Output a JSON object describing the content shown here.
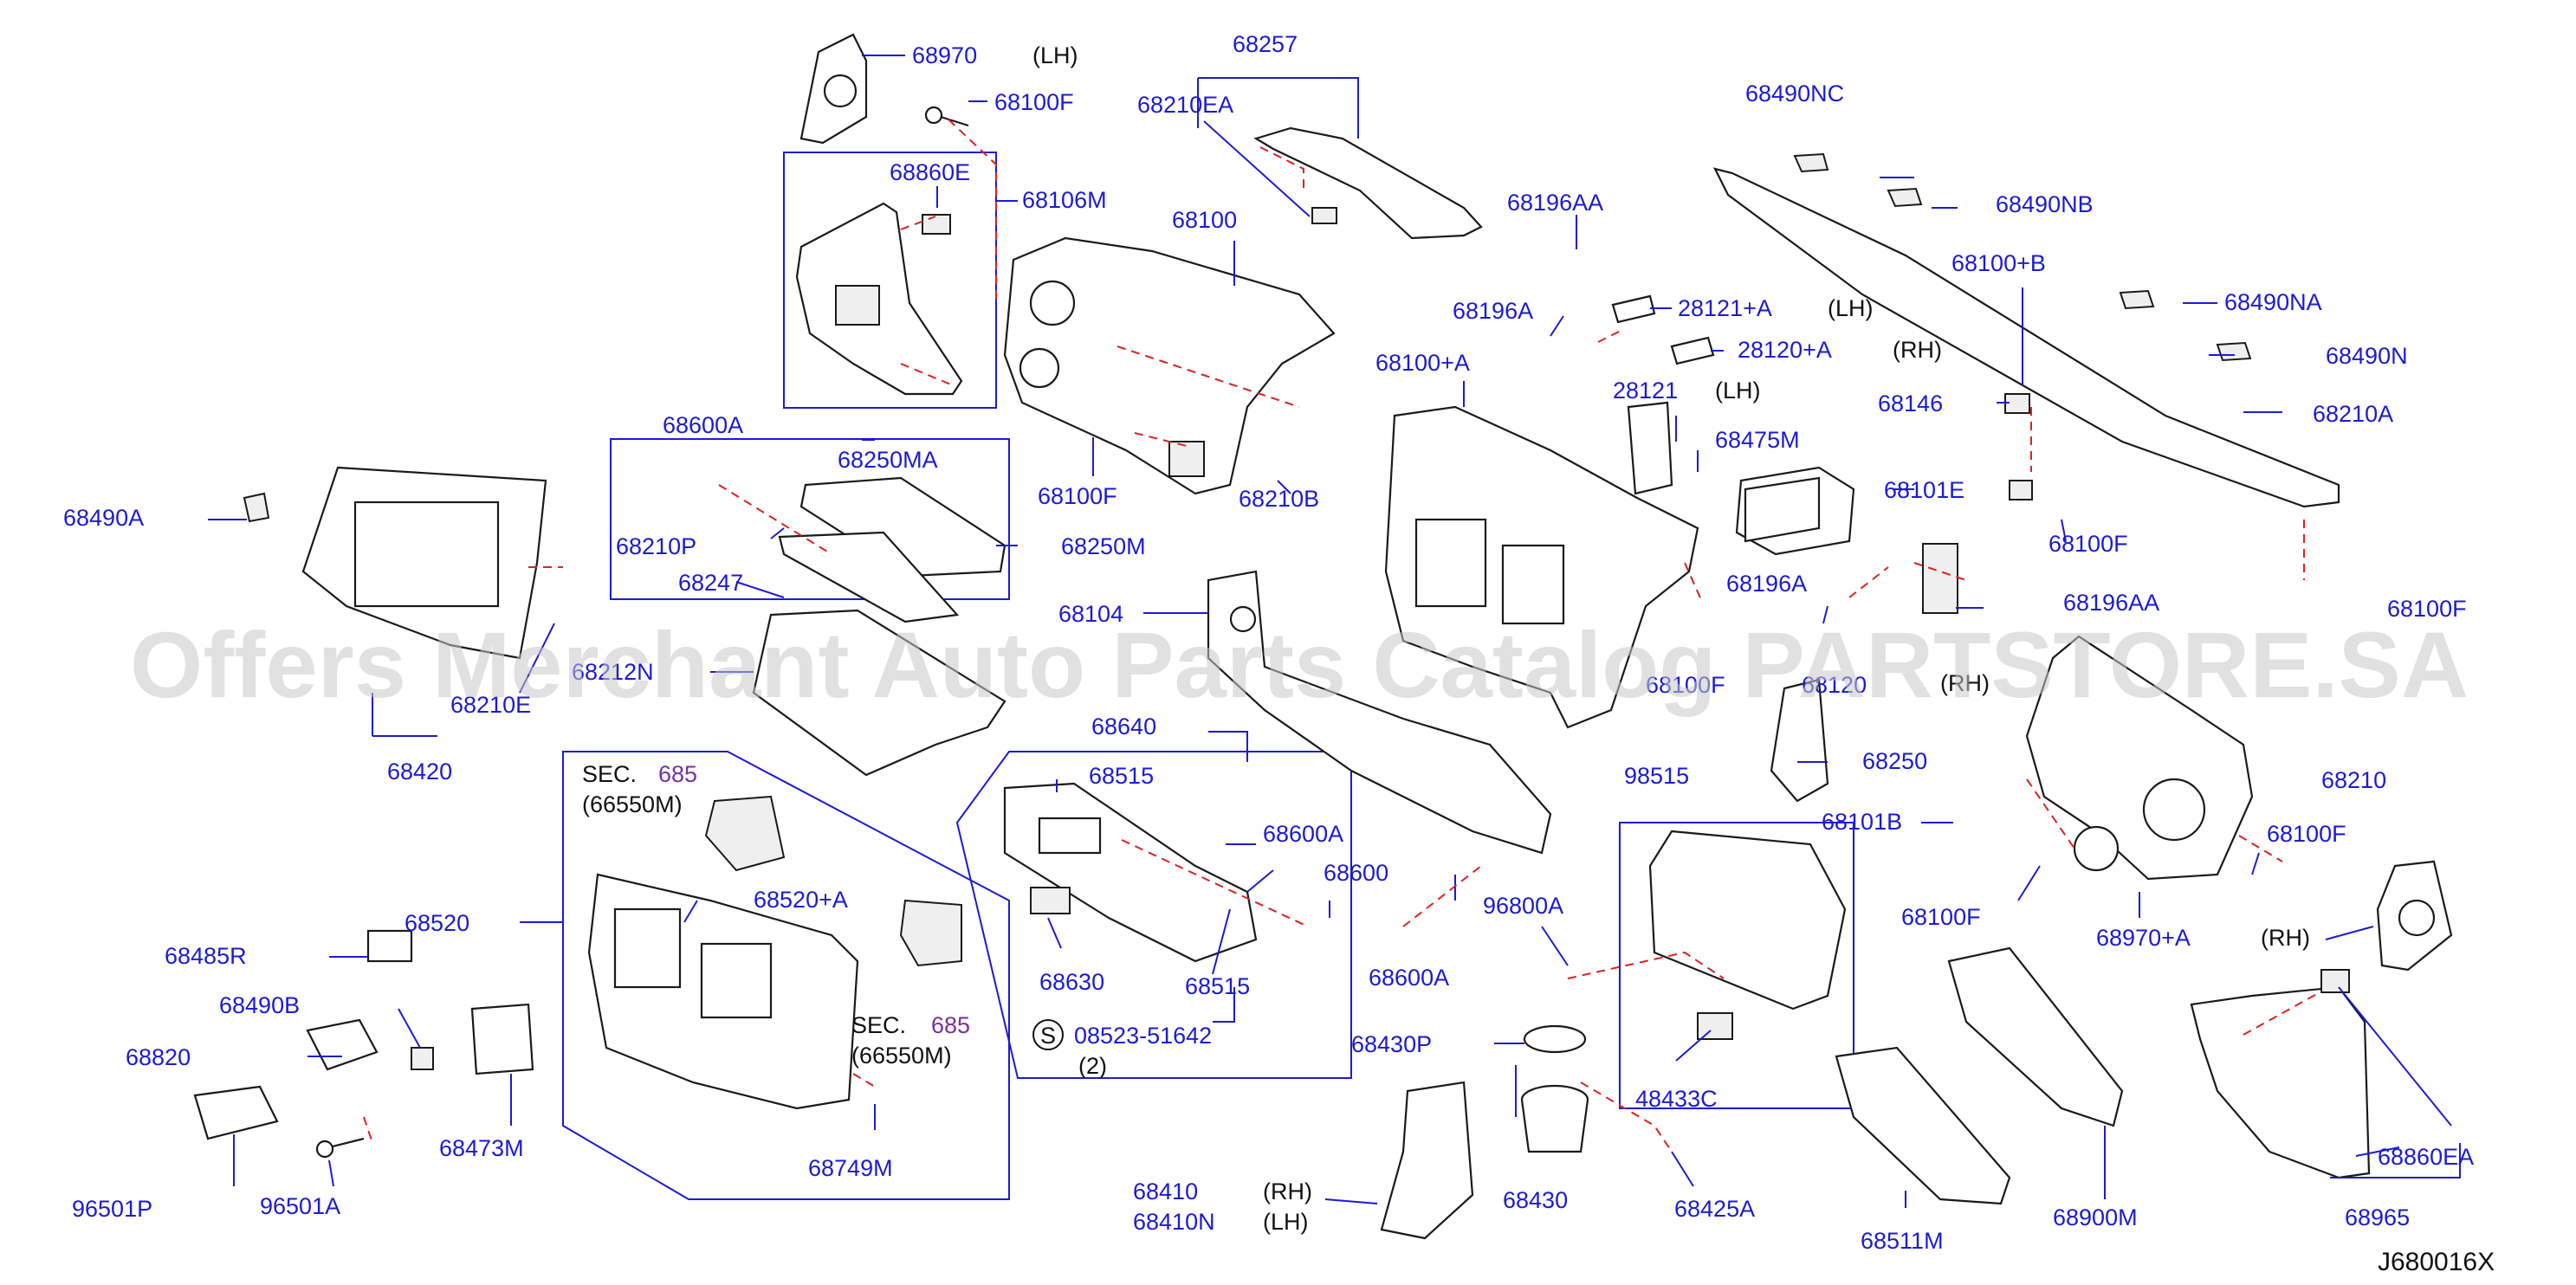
{
  "watermark": "Offers Merchant Auto Parts Catalog PARTSTORE.SA",
  "diagram_code": "J680016X",
  "labels": {
    "p68970": "68970",
    "lh1": "(LH)",
    "p68100F_a": "68100F",
    "p68860E": "68860E",
    "p68106M": "68106M",
    "p68257": "68257",
    "p68210EA": "68210EA",
    "p68100": "68100",
    "p68490NC": "68490NC",
    "p68490NB": "68490NB",
    "p68196AA_a": "68196AA",
    "p68196A_a": "68196A",
    "p28121A": "28121+A",
    "lh2": "(LH)",
    "p28120A": "28120+A",
    "rh1": "(RH)",
    "p68100B": "68100+B",
    "p68490NA": "68490NA",
    "p68490N": "68490N",
    "p68146": "68146",
    "p68210A": "68210A",
    "p68100A": "68100+A",
    "p28121": "28121",
    "lh3": "(LH)",
    "p68475M": "68475M",
    "p68101E": "68101E",
    "p68100F_b": "68100F",
    "p68600A_a": "68600A",
    "p68100F_c": "68100F",
    "p68210B": "68210B",
    "p68250MA": "68250MA",
    "p68210P": "68210P",
    "p68250M": "68250M",
    "p68247": "68247",
    "p68490A": "68490A",
    "p68212N": "68212N",
    "p68210E": "68210E",
    "p68420": "68420",
    "p68104": "68104",
    "p68196A_b": "68196A",
    "p68196AA_b": "68196AA",
    "p68100F_d": "68100F",
    "p68100F_e": "68100F",
    "p68120": "68120",
    "rh2": "(RH)",
    "p68640": "68640",
    "p68515_a": "68515",
    "p68600A_b": "68600A",
    "p68600": "68600",
    "sec1": "SEC.",
    "sec1_num": "685",
    "sec1_ref": "(66550M)",
    "p68520A": "68520+A",
    "p68520": "68520",
    "p68485R": "68485R",
    "p68490B": "68490B",
    "p68820": "68820",
    "p68473M": "68473M",
    "p96501P": "96501P",
    "p96501A": "96501A",
    "sec2": "SEC.",
    "sec2_num": "685",
    "sec2_ref": "(66550M)",
    "p68749M": "68749M",
    "p68630": "68630",
    "p68515_b": "68515",
    "s_symbol": "S",
    "p08523": "08523-51642",
    "qty2": "(2)",
    "p68600A_c": "68600A",
    "p96800A": "96800A",
    "p68430P": "68430P",
    "p98515": "98515",
    "p48433C": "48433C",
    "p68430": "68430",
    "p68425A": "68425A",
    "p68410": "68410",
    "rh3": "(RH)",
    "p68410N": "68410N",
    "lh4": "(LH)",
    "p68250": "68250",
    "p68101B": "68101B",
    "p68100F_f": "68100F",
    "p68210": "68210",
    "p68100F_g": "68100F",
    "p68970A": "68970+A",
    "rh4": "(RH)",
    "p68900M": "68900M",
    "p68511M": "68511M",
    "p68860EA": "68860EA",
    "p68965": "68965"
  }
}
